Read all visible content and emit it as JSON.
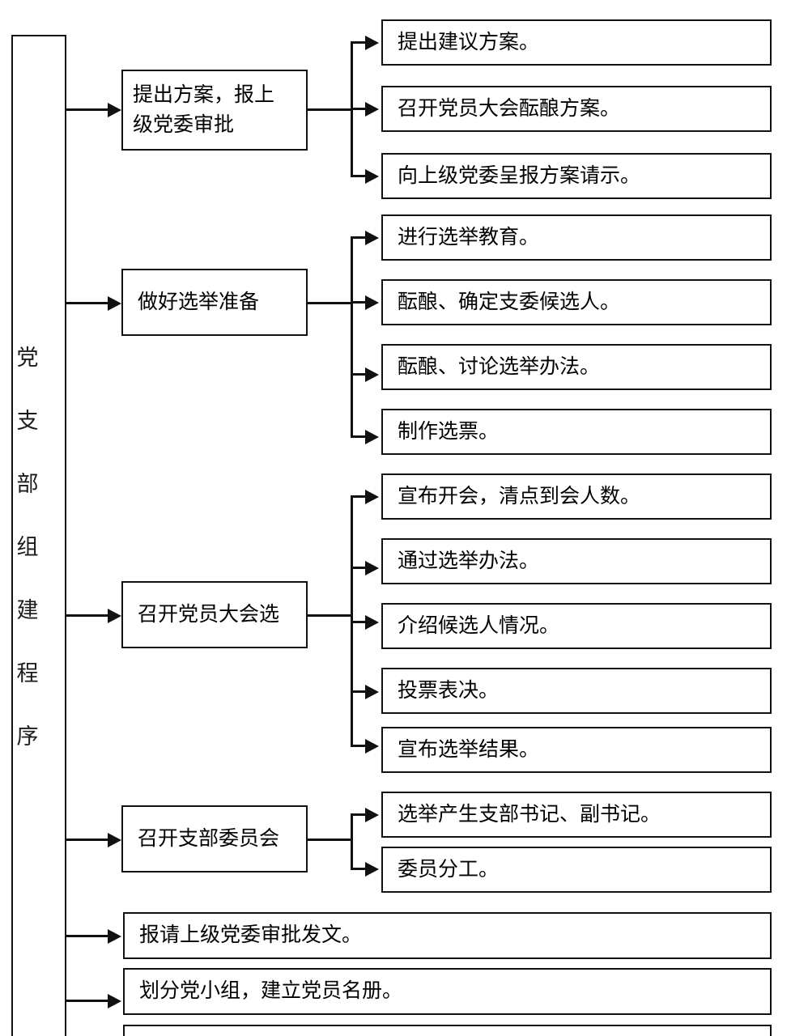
{
  "diagram": {
    "title": "党支部组建程序",
    "spine_label": "党\n支\n部\n组\n建\n程\n序",
    "line_color": "#111111",
    "box_border_color": "#111111",
    "box_fill_color": "#ffffff",
    "background_color": "#ffffff"
  },
  "stages": [
    {
      "label": "提出方案，报上\n级党委审批"
    },
    {
      "label": "做好选举准备"
    },
    {
      "label": "召开党员大会选"
    },
    {
      "label": "召开支部委员会"
    }
  ],
  "details": {
    "stage1": [
      {
        "label": "提出建议方案。"
      },
      {
        "label": "召开党员大会酝酿方案。"
      },
      {
        "label": "向上级党委呈报方案请示。"
      }
    ],
    "stage2": [
      {
        "label": "进行选举教育。"
      },
      {
        "label": "酝酿、确定支委候选人。"
      },
      {
        "label": "酝酿、讨论选举办法。"
      },
      {
        "label": "制作选票。"
      }
    ],
    "stage3": [
      {
        "label": "宣布开会，清点到会人数。"
      },
      {
        "label": "通过选举办法。"
      },
      {
        "label": "介绍候选人情况。"
      },
      {
        "label": "投票表决。"
      },
      {
        "label": "宣布选举结果。"
      }
    ],
    "stage4": [
      {
        "label": "选举产生支部书记、副书记。"
      },
      {
        "label": "委员分工。"
      }
    ]
  },
  "bottom_steps": [
    {
      "label": "报请上级党委审批发文。"
    },
    {
      "label": "划分党小组，建立党员名册。"
    },
    {
      "label": ""
    }
  ]
}
